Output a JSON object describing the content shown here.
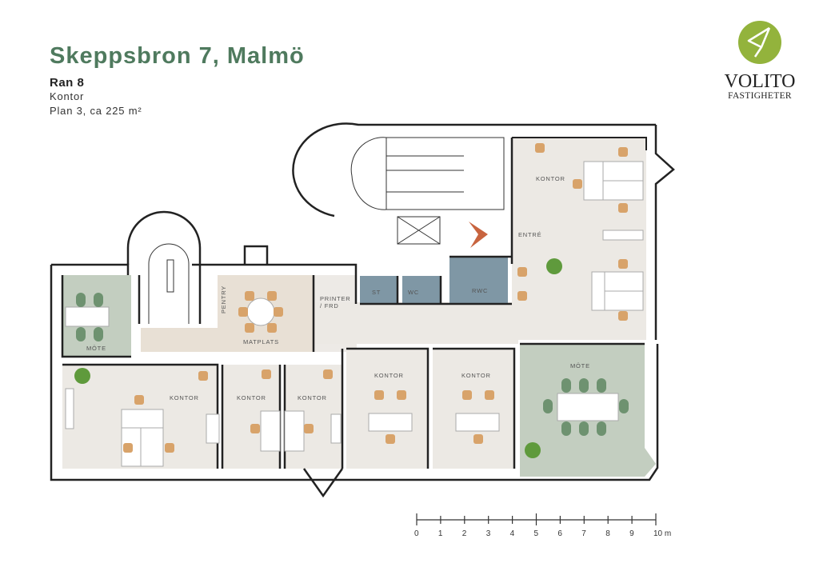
{
  "header": {
    "title": "Skeppsbron 7, Malmö",
    "unit": "Ran 8",
    "type": "Kontor",
    "floor_area": "Plan 3, ca 225 m²"
  },
  "logo": {
    "brand": "VOLITO",
    "sub": "FASTIGHETER",
    "color": "#93b33c"
  },
  "rooms": {
    "mote_left": "MÖTE",
    "pentry": "PENTRY",
    "matplats": "MATPLATS",
    "printer_1": "PRINTER",
    "printer_2": "/ FRD",
    "st": "ST",
    "wc": "WC",
    "rwc": "RWC",
    "entre": "ENTRÉ",
    "kontor_top_right": "KONTOR",
    "mote_right": "MÖTE",
    "kontor_1": "KONTOR",
    "kontor_2": "KONTOR",
    "kontor_3": "KONTOR",
    "kontor_4": "KONTOR",
    "kontor_5": "KONTOR"
  },
  "scale": {
    "ticks": [
      "0",
      "1",
      "2",
      "3",
      "4",
      "5",
      "6",
      "7",
      "8",
      "9",
      "10 m"
    ]
  },
  "colors": {
    "title": "#4f7a5e",
    "meeting": "#c3cec0",
    "meeting_chair": "#6e9270",
    "kitchen": "#e8e0d5",
    "office": "#ece9e4",
    "wet_room": "#7f97a5",
    "chair": "#d8a36a",
    "entrance_arrow": "#c8643f"
  }
}
